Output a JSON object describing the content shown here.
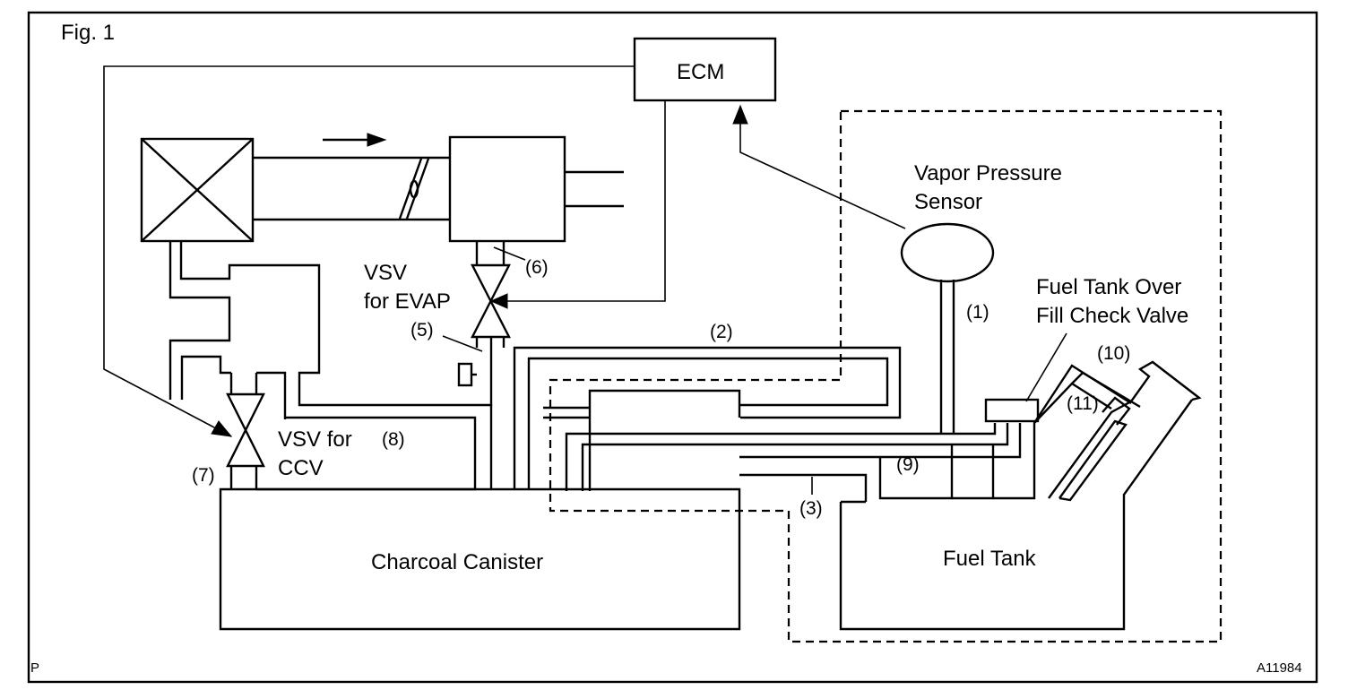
{
  "figure": {
    "label": "Fig. 1",
    "corner_mark": "P",
    "code": "A11984"
  },
  "components": {
    "ecm": "ECM",
    "vapor_sensor_line1": "Vapor Pressure",
    "vapor_sensor_line2": "Sensor",
    "vsv_evap_line1": "VSV",
    "vsv_evap_line2": "for EVAP",
    "vsv_ccv_line1": "VSV for",
    "vsv_ccv_line2": "CCV",
    "check_valve_line1": "Fuel Tank Over",
    "check_valve_line2": "Fill Check Valve",
    "canister": "Charcoal Canister",
    "fuel_tank": "Fuel Tank"
  },
  "callouts": {
    "c1": "(1)",
    "c2": "(2)",
    "c3": "(3)",
    "c5": "(5)",
    "c6": "(6)",
    "c7": "(7)",
    "c8": "(8)",
    "c9": "(9)",
    "c10": "(10)",
    "c11": "(11)"
  }
}
